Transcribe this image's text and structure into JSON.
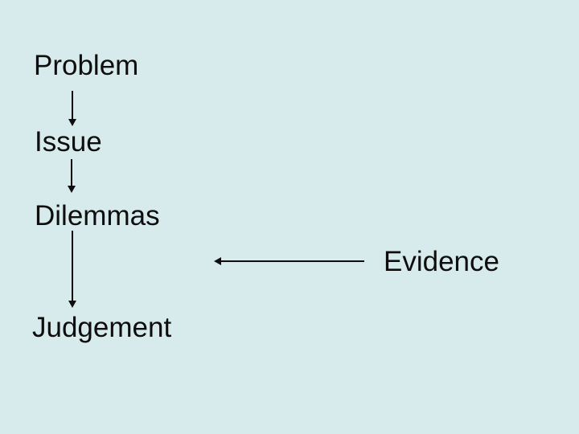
{
  "slide": {
    "background_color": "#d7eaec",
    "text_color": "#0e0e0e",
    "arrow_color": "#0e0e0e",
    "nodes": [
      {
        "id": "problem",
        "label": "Problem"
      },
      {
        "id": "issue",
        "label": "Issue"
      },
      {
        "id": "dilemmas",
        "label": "Dilemmas"
      },
      {
        "id": "judgement",
        "label": "Judgement"
      },
      {
        "id": "evidence",
        "label": "Evidence"
      }
    ],
    "connections": [
      {
        "from": "Problem",
        "to": "Issue",
        "direction": "down"
      },
      {
        "from": "Issue",
        "to": "Dilemmas",
        "direction": "down"
      },
      {
        "from": "Dilemmas",
        "to": "Judgement",
        "direction": "down"
      },
      {
        "from": "Evidence",
        "to": "Dilemmas-Judgement flow",
        "direction": "left"
      }
    ]
  }
}
